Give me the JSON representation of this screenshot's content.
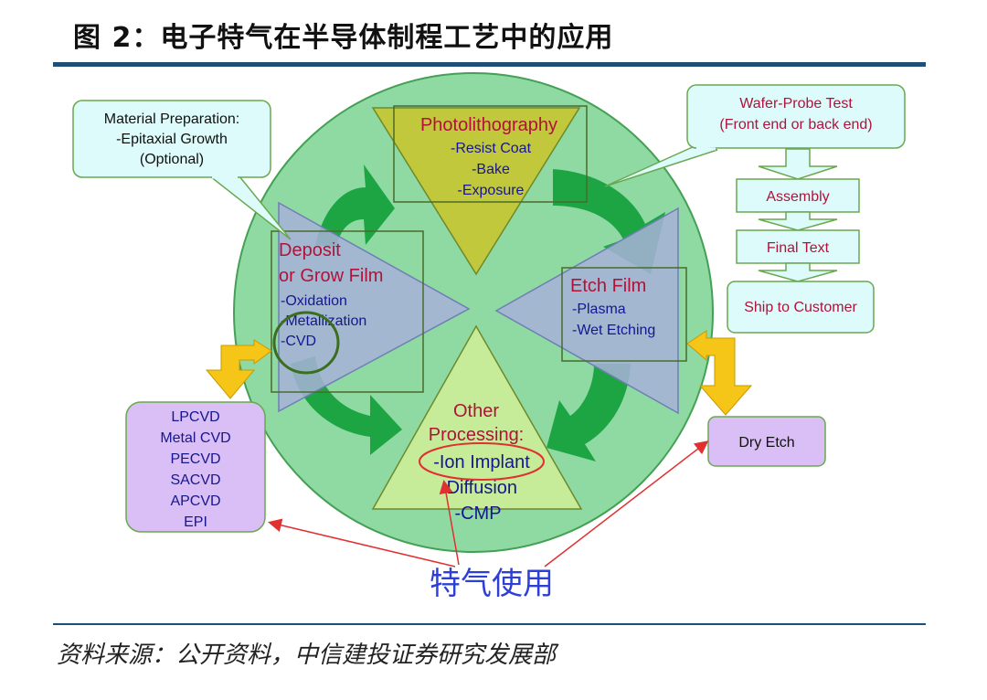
{
  "header": {
    "title": "图 2：电子特气在半导体制程工艺中的应用"
  },
  "diagram": {
    "wafer_probe": {
      "line1": "Wafer-Probe Test",
      "line2": "(Front end or back end)"
    },
    "material_prep": {
      "line1": "Material Preparation:",
      "line2": "-Epitaxial Growth",
      "line3": "(Optional)"
    },
    "photolithography": {
      "title": "Photolithography",
      "items": [
        "-Resist Coat",
        "-Bake",
        "-Exposure"
      ]
    },
    "deposit": {
      "title1": "Deposit",
      "title2": "or Grow Film",
      "items": [
        "-Oxidation",
        "-Metallization",
        "-CVD"
      ]
    },
    "etch": {
      "title": "Etch Film",
      "items": [
        "-Plasma",
        "-Wet Etching"
      ]
    },
    "other": {
      "title1": "Other",
      "title2": "Processing:",
      "items": [
        "-Ion Implant",
        "-Diffusion",
        "-CMP"
      ]
    },
    "assembly": "Assembly",
    "final_text": "Final Text",
    "ship": "Ship to Customer",
    "cvd_list": [
      "LPCVD",
      "Metal CVD",
      "PECVD",
      "SACVD",
      "APCVD",
      "EPI"
    ],
    "dry_etch": "Dry Etch",
    "gas_use": "特气使用"
  },
  "footer": {
    "source": "资料来源：公开资料，中信建投证券研究发展部"
  },
  "colors": {
    "circle": "#8fd9a3",
    "circle_stroke": "#44a055",
    "arrow_green": "#14a13c",
    "photo_tri": "#c1c83c",
    "side_tri": "#a7b2d8",
    "other_tri": "#c6ec9a",
    "callout": "#ddfbfb",
    "callout_stroke": "#6aa84f",
    "purple": "#d9bff5",
    "title_red": "#b0123a",
    "item_blue": "#16168f",
    "pointer_red": "#e03030",
    "gas_blue": "#2d3fd6",
    "yellow_arrow": "#f5c518"
  }
}
